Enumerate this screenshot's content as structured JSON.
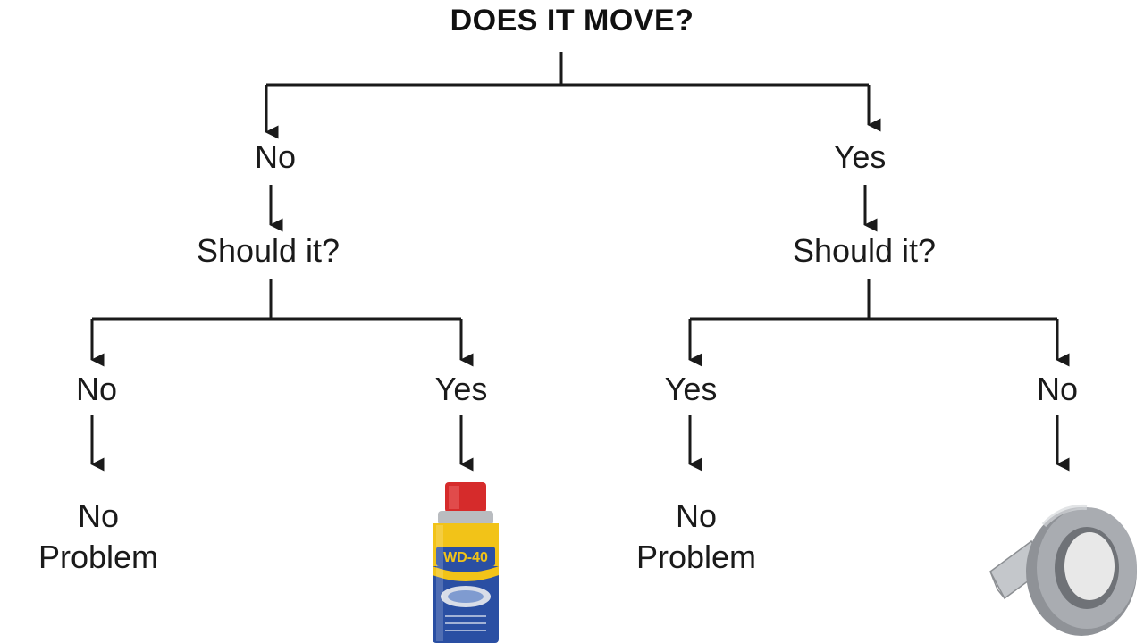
{
  "title": "DOES IT MOVE?",
  "branches": {
    "left": {
      "answer": "No",
      "question": "Should it?",
      "left": {
        "answer": "No",
        "outcome_line1": "No",
        "outcome_line2": "Problem"
      },
      "right": {
        "answer": "Yes",
        "outcome_image": "wd40-can-icon",
        "can_label": "WD-40"
      }
    },
    "right": {
      "answer": "Yes",
      "question": "Should it?",
      "left": {
        "answer": "Yes",
        "outcome_line1": "No",
        "outcome_line2": "Problem"
      },
      "right": {
        "answer": "No",
        "outcome_image": "duct-tape-icon"
      }
    }
  },
  "colors": {
    "line": "#1a1a1a",
    "background": "#ffffff",
    "can_yellow": "#f2c318",
    "can_blue": "#2a4fa3",
    "can_red": "#d62b2b",
    "tape_gray": "#9a9da2"
  }
}
